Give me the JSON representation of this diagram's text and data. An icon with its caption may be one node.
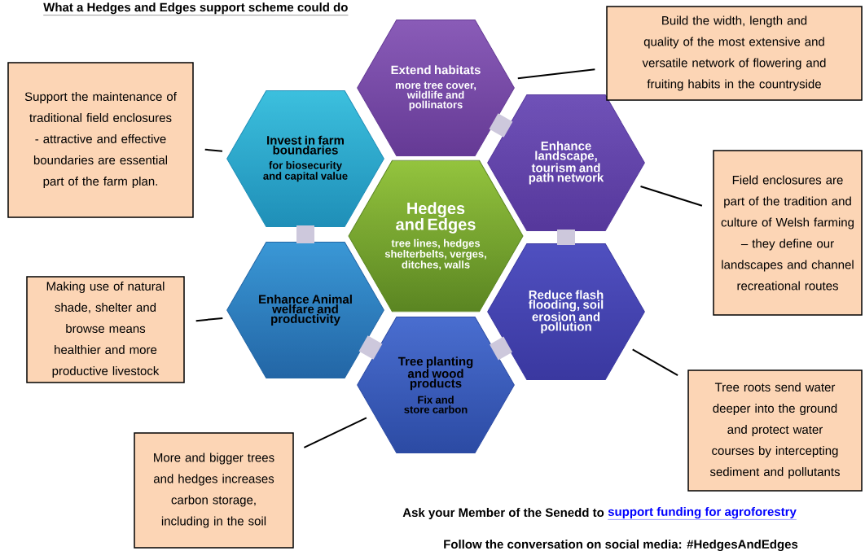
{
  "diagram": {
    "title": "What a Hedges and Edges support scheme could do",
    "nodes": [
      {
        "text": [
          "Extend habitats",
          "more tree cover, wildlife and pollinators"
        ]
      },
      {
        "text": [
          "Invest in farm boundaries",
          "for biosecurity and capital value"
        ]
      },
      {
        "text": [
          "Enhance landscape, tourism and path network"
        ]
      },
      {
        "text": [
          "Hedges and Edges",
          "tree lines, hedges shelterbelts, verges, ditches, walls"
        ]
      },
      {
        "text": [
          "Enhance Animal welfare and productivity"
        ]
      },
      {
        "text": [
          "Reduce flash flooding, soil erosion and pollution"
        ]
      },
      {
        "text": [
          "Tree planting and wood products",
          "Fix and store carbon"
        ]
      },
      {
        "text": [
          "Build the width, length and quality of the most extensive and versatile network of flowering and fruiting habits in the countryside"
        ]
      },
      {
        "text": [
          "Support the maintenance of traditional field enclosures - attractive and effective boundaries are essential part of the farm plan."
        ]
      },
      {
        "text": [
          "Field enclosures are part of the tradition and culture of Welsh farming – they define our landscapes and channel recreational routes"
        ]
      },
      {
        "text": [
          "Making use of natural shade, shelter and browse means healthier and more productive livestock"
        ]
      },
      {
        "text": [
          "Tree roots send water deeper into the ground and protect water courses by intercepting sediment and pollutants"
        ]
      },
      {
        "text": [
          "More and bigger trees and hedges increases carbon storage, including in the soil"
        ]
      }
    ],
    "edges": [
      {
        "from": 0,
        "to": 2,
        "arrow": "none",
        "style": "thick",
        "color": "#cdc8dc"
      },
      {
        "from": 2,
        "to": 5,
        "arrow": "none",
        "style": "thick",
        "color": "#cdc8dc"
      },
      {
        "from": 5,
        "to": 6,
        "arrow": "none",
        "style": "thick",
        "color": "#cdc8dc"
      },
      {
        "from": 6,
        "to": 4,
        "arrow": "none",
        "style": "thick",
        "color": "#cdc8dc"
      },
      {
        "from": 4,
        "to": 1,
        "arrow": "none",
        "style": "thick",
        "color": "#cdc8dc"
      },
      {
        "from": 7,
        "to": 0,
        "arrow": "none"
      },
      {
        "from": 8,
        "to": 1,
        "arrow": "none"
      },
      {
        "from": 9,
        "to": 2,
        "arrow": "none"
      },
      {
        "from": 10,
        "to": 4,
        "arrow": "none"
      },
      {
        "from": 11,
        "to": 5,
        "arrow": "none"
      },
      {
        "from": 12,
        "to": 6,
        "arrow": "none"
      }
    ],
    "labels": [
      "Ask your Member of the Senedd to",
      "support funding for agroforestry",
      "Follow the conversation on social media: #HedgesAndEdges"
    ]
  }
}
